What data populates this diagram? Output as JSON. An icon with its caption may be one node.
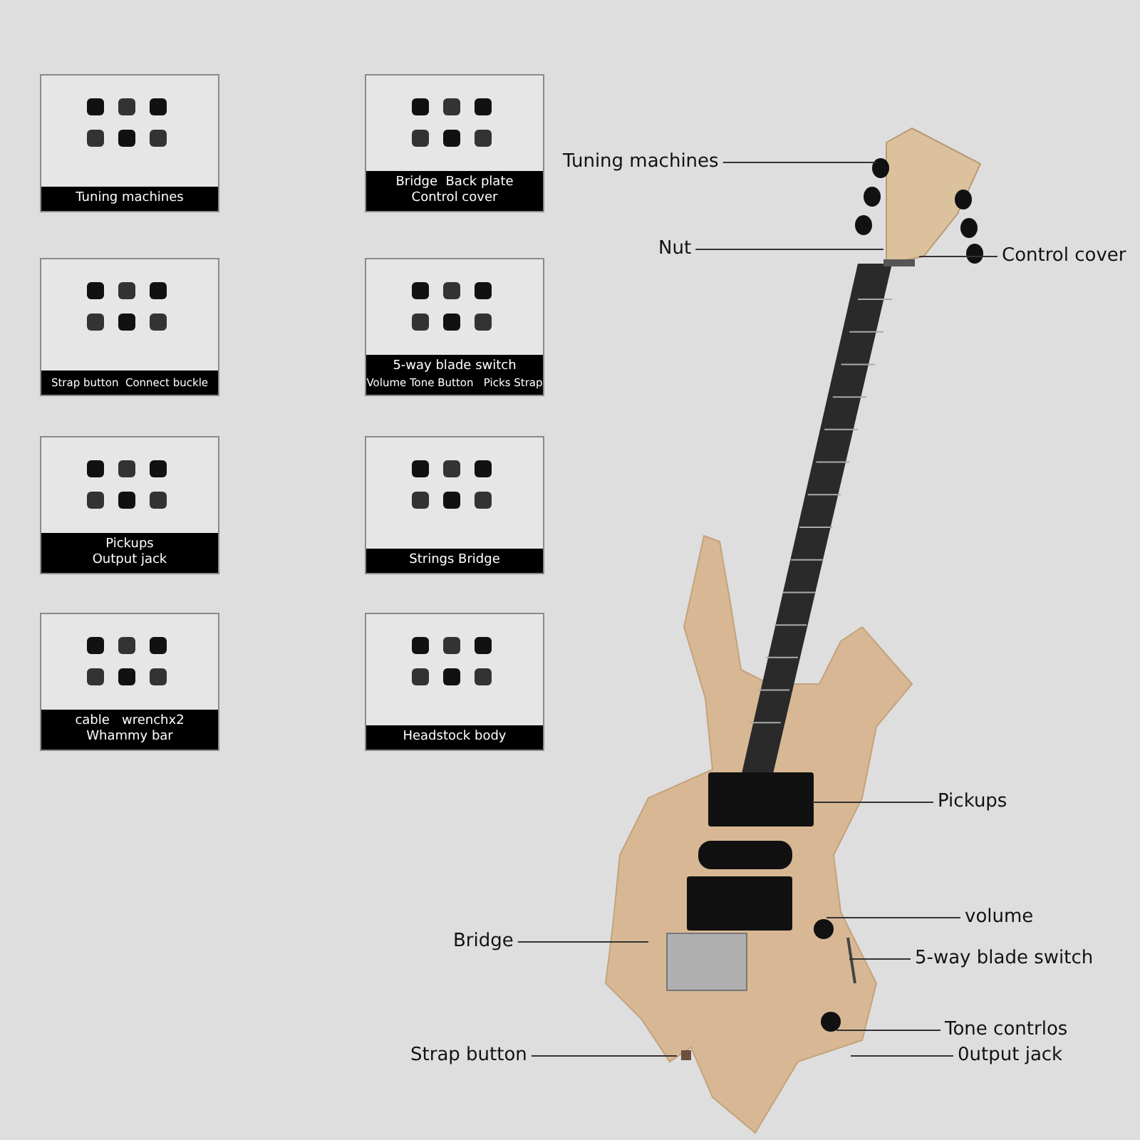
{
  "diagram": {
    "nodes": [
      {
        "text": [
          "Tuning machines"
        ]
      },
      {
        "text": [
          "Bridge  Back plate",
          "Control cover"
        ]
      },
      {
        "text": [
          "Strap button  Connect buckle"
        ]
      },
      {
        "text": [
          "5-way blade switch",
          "Volume Tone Button   Picks Strap"
        ]
      },
      {
        "text": [
          "Pickups",
          "Output jack"
        ]
      },
      {
        "text": [
          "Strings Bridge"
        ]
      },
      {
        "text": [
          "cable   wrenchx2",
          "Whammy bar"
        ]
      },
      {
        "text": [
          "Headstock body"
        ]
      },
      {
        "text": [
          "Tuning machines"
        ]
      },
      {
        "text": [
          "Nut"
        ]
      },
      {
        "text": [
          "Control cover"
        ]
      },
      {
        "text": [
          "Pickups"
        ]
      },
      {
        "text": [
          "volume"
        ]
      },
      {
        "text": [
          "Bridge"
        ]
      },
      {
        "text": [
          "5-way blade switch"
        ]
      },
      {
        "text": [
          "Tone contrlos"
        ]
      },
      {
        "text": [
          "Strap button"
        ]
      },
      {
        "text": [
          "0utput jack"
        ]
      }
    ],
    "edges": [
      {
        "from": 8,
        "to": null,
        "arrow": "none"
      },
      {
        "from": 9,
        "to": null,
        "arrow": "none"
      },
      {
        "from": 10,
        "to": null,
        "arrow": "none"
      },
      {
        "from": 11,
        "to": null,
        "arrow": "none"
      },
      {
        "from": 12,
        "to": null,
        "arrow": "none"
      },
      {
        "from": 13,
        "to": null,
        "arrow": "none"
      },
      {
        "from": 14,
        "to": null,
        "arrow": "none"
      },
      {
        "from": 15,
        "to": null,
        "arrow": "none"
      },
      {
        "from": 16,
        "to": null,
        "arrow": "none"
      },
      {
        "from": 17,
        "to": null,
        "arrow": "none"
      }
    ]
  }
}
